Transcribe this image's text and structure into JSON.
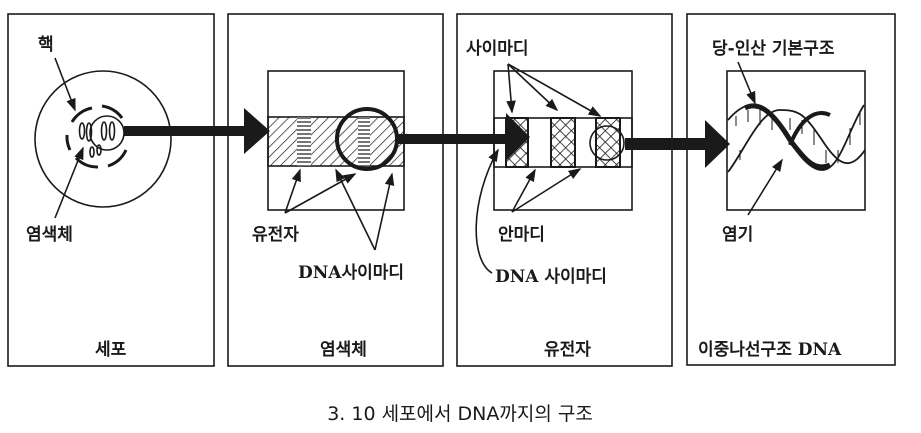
{
  "panels": [
    {
      "title": "세포",
      "labels": [
        "핵",
        "염색체"
      ]
    },
    {
      "title": "염색체",
      "labels": [
        "유전자",
        "DNA사이마디"
      ]
    },
    {
      "title": "유전자",
      "labels": [
        "사이마디",
        "안마디",
        "DNA 사이마디"
      ]
    },
    {
      "title": "이중나선구조 DNA",
      "labels": [
        "당-인산 기본구조",
        "염기"
      ]
    }
  ],
  "caption": "3. 10  세포에서 DNA까지의 구조"
}
